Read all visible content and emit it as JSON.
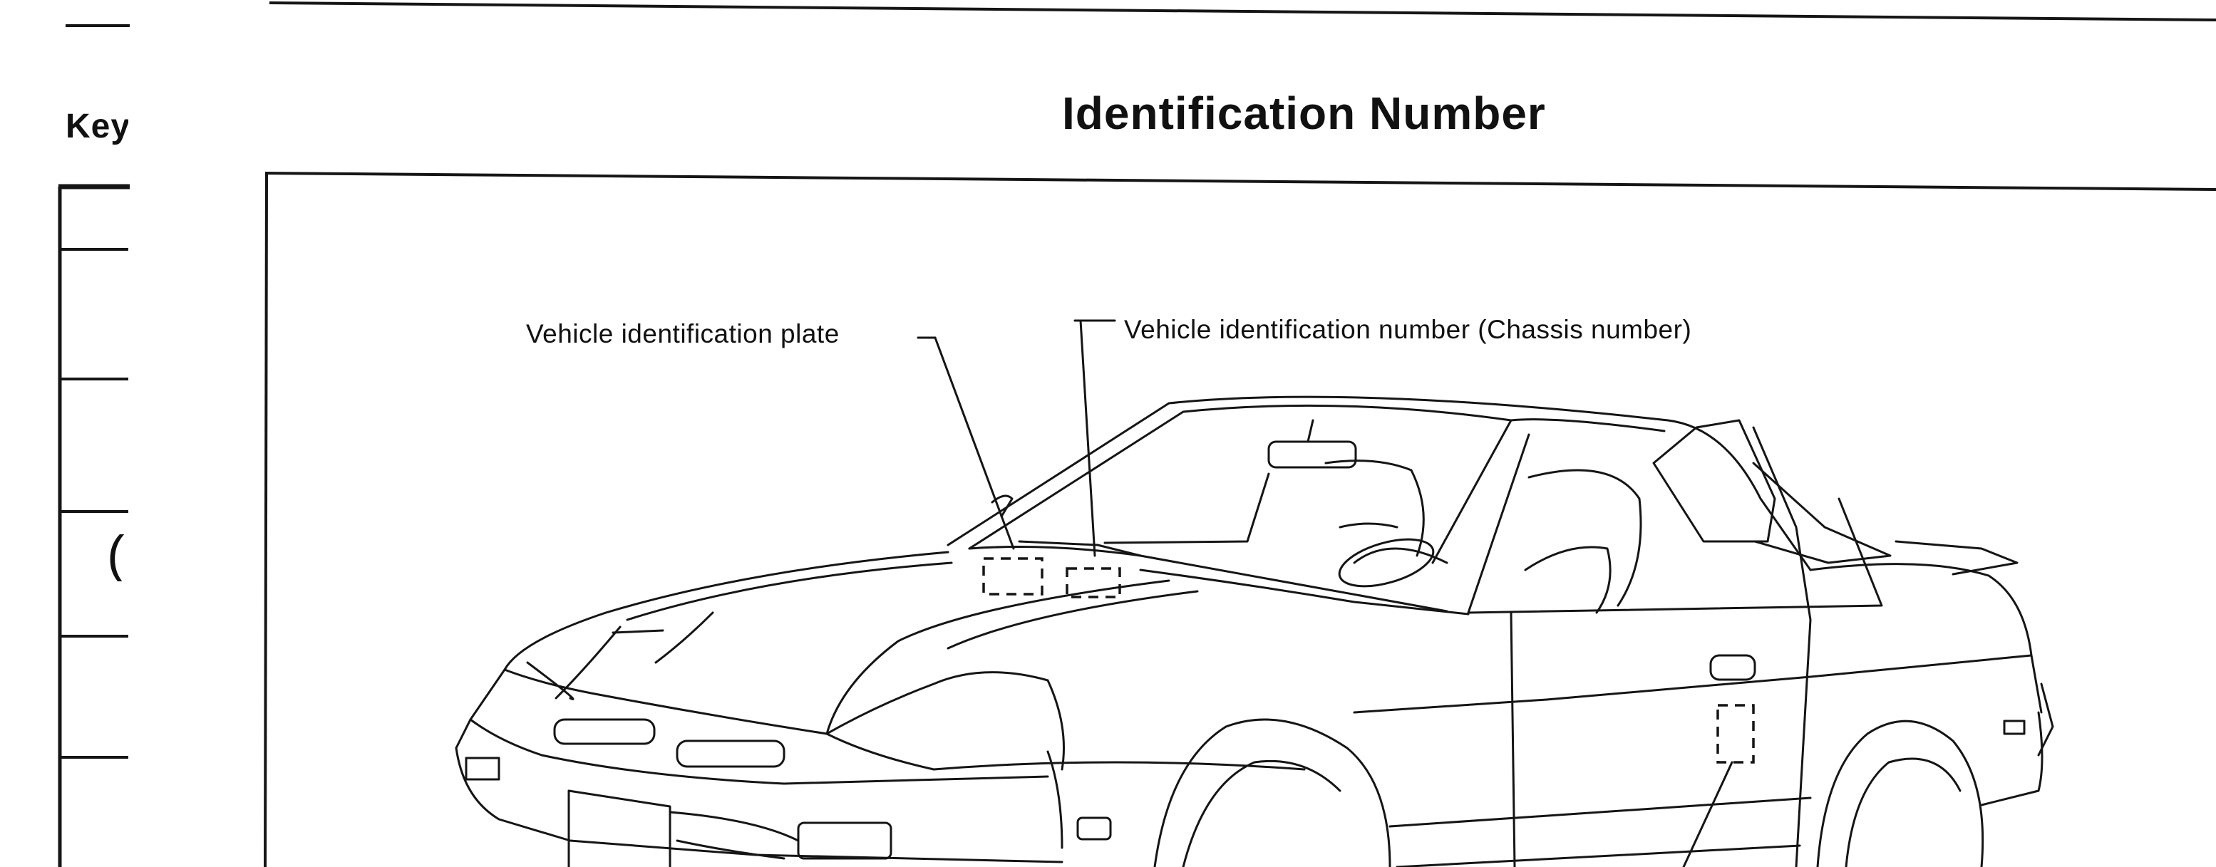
{
  "page": {
    "left_heading": "Key",
    "left_paren": "(",
    "title": "Identification Number"
  },
  "figure": {
    "callouts": [
      {
        "id": "plate",
        "text": "Vehicle identification plate"
      },
      {
        "id": "vin",
        "text": "Vehicle identification number (Chassis number)"
      }
    ]
  }
}
